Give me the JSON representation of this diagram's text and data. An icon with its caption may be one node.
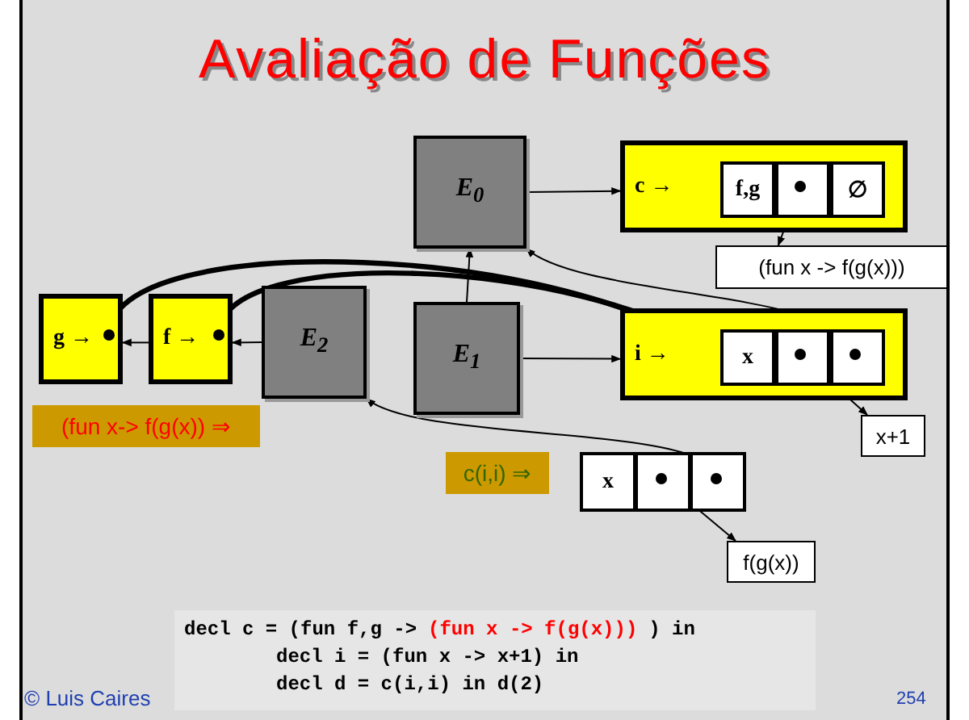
{
  "diagram": {
    "title": "Avaliação de Funções",
    "nodes": [
      {
        "text": [
          "E$_{0}$"
        ]
      },
      {
        "text": [
          "c →"
        ]
      },
      {
        "text": [
          "f,g"
        ],
        "in": 1
      },
      {
        "text": [],
        "shape": "box",
        "in": 1
      },
      {
        "text": [
          "∅"
        ],
        "in": 1
      },
      {
        "text": [
          "(fun x -> f(g(x)))"
        ]
      },
      {
        "text": [
          "E$_{1}$"
        ]
      },
      {
        "text": [
          "i →"
        ]
      },
      {
        "text": [
          "x"
        ],
        "in": 7
      },
      {
        "text": [],
        "shape": "box",
        "in": 7
      },
      {
        "text": [],
        "shape": "box",
        "in": 7
      },
      {
        "text": [
          "x+1"
        ]
      },
      {
        "text": [
          "E$_{2}$"
        ]
      },
      {
        "text": [
          "f →"
        ]
      },
      {
        "text": [
          "g →"
        ]
      },
      {
        "text": [
          "x"
        ]
      },
      {
        "text": [],
        "shape": "box"
      },
      {
        "text": [],
        "shape": "box"
      },
      {
        "text": [
          "f(g(x))"
        ]
      },
      {
        "text": [
          "(fun x-> f(g(x)) ⇒"
        ]
      },
      {
        "text": [
          "c(i,i) ⇒"
        ]
      }
    ],
    "edges": [
      {
        "from": 0,
        "to": 1,
        "arrow": "to"
      },
      {
        "from": 3,
        "to": 5,
        "arrow": "to"
      },
      {
        "from": 6,
        "to": 0,
        "arrow": "to"
      },
      {
        "from": 6,
        "to": 7,
        "arrow": "to"
      },
      {
        "from": 9,
        "to": 11,
        "arrow": "to"
      },
      {
        "from": 10,
        "to": 0,
        "arrow": "to"
      },
      {
        "from": 12,
        "to": 13,
        "arrow": "to"
      },
      {
        "from": 13,
        "to": 14,
        "arrow": "to"
      },
      {
        "from": 13,
        "to": 8,
        "arrow": "to",
        "style": "thick"
      },
      {
        "from": 14,
        "to": 8,
        "arrow": "to",
        "style": "thick"
      },
      {
        "from": 16,
        "to": 18,
        "arrow": "to"
      },
      {
        "from": 17,
        "to": 12,
        "arrow": "to"
      }
    ],
    "labels": [
      "decl c = (fun f,g ->",
      "(fun x -> f(g(x)))",
      ") in",
      "decl i = (fun x -> x+1) in",
      "decl d = c(i,i) in d(2)",
      "© Luis Caires",
      "254"
    ]
  }
}
